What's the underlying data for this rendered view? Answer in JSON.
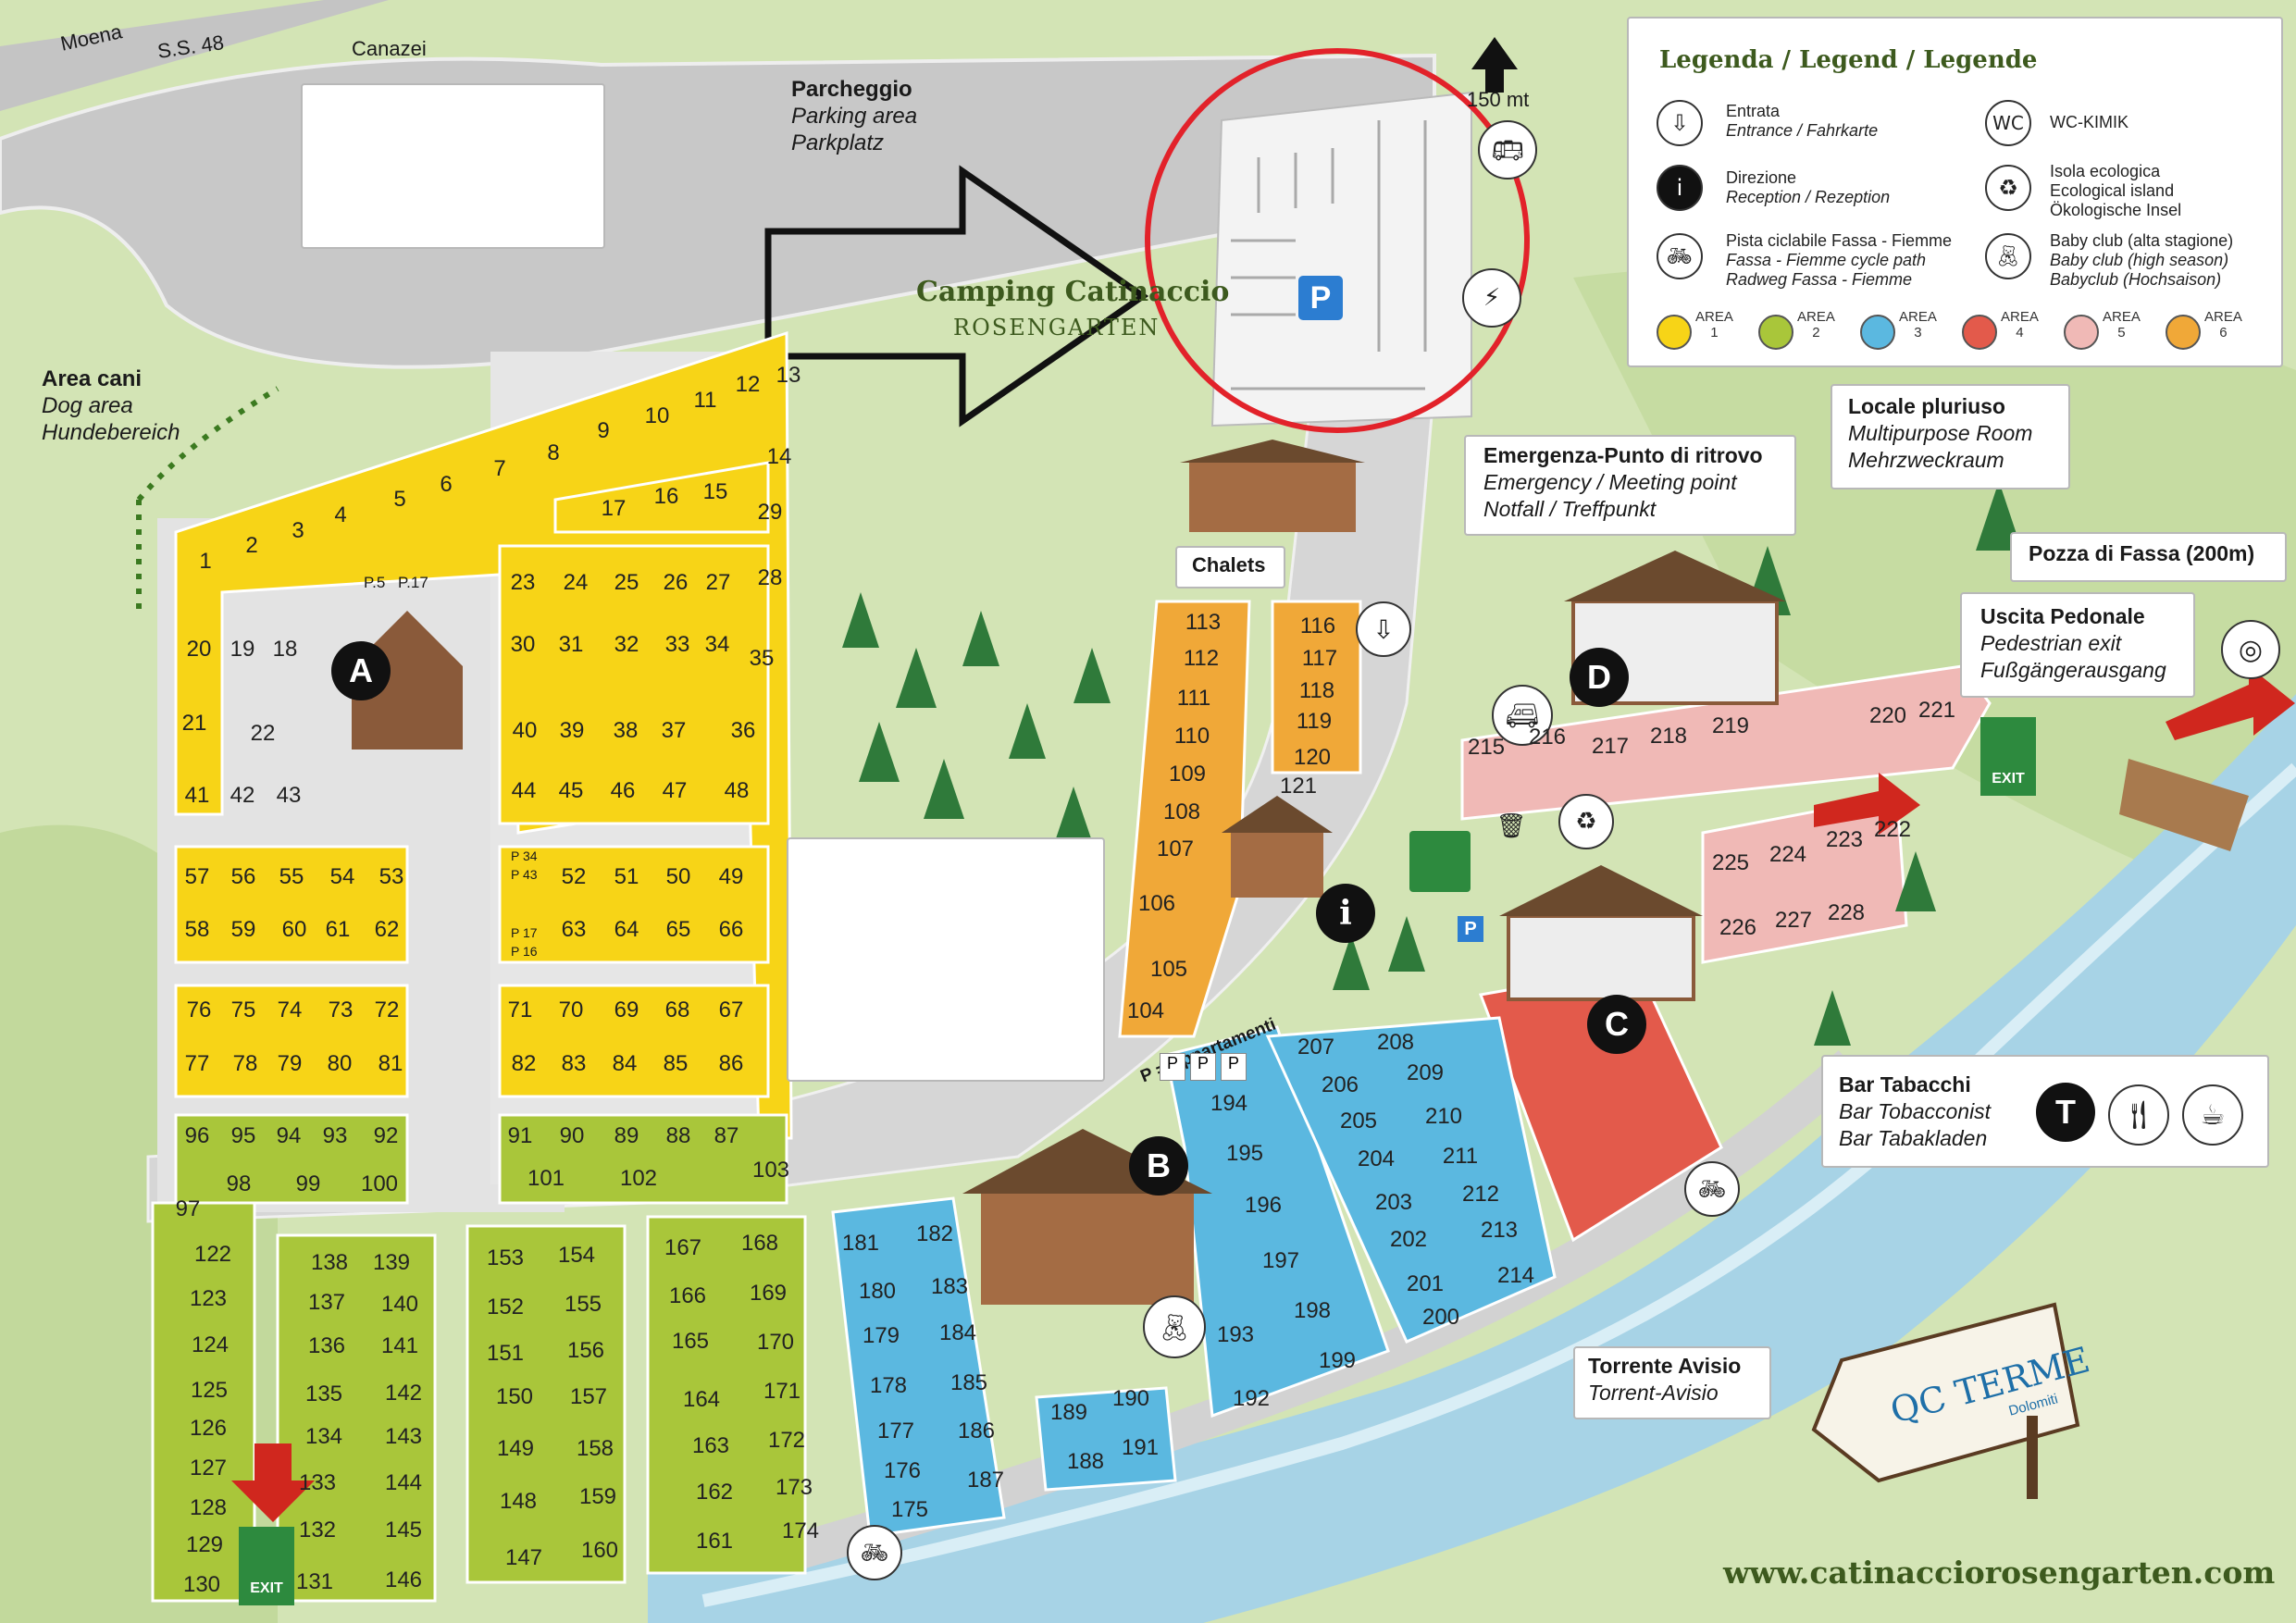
{
  "roads": {
    "moena": "Moena",
    "ss48": "S.S. 48",
    "canazei": "Canazei",
    "dist": "150 mt"
  },
  "parking": {
    "title": "Parcheggio",
    "en": "Parking area",
    "de": "Parkplatz",
    "p": "P"
  },
  "camp": {
    "name": "Camping Catinaccio",
    "sub": "Rosengarten"
  },
  "dog": {
    "title": "Area cani",
    "en": "Dog area",
    "de": "Hundebereich"
  },
  "legend": {
    "title": "Legenda / Legend / Legende",
    "entrata": {
      "t": "Entrata",
      "s": "Entrance / Fahrkarte"
    },
    "direzione": {
      "t": "Direzione",
      "s": "Reception / Rezeption"
    },
    "pista": {
      "t": "Pista ciclabile Fassa - Fiemme",
      "s1": "Fassa - Fiemme cycle path",
      "s2": "Radweg Fassa - Fiemme"
    },
    "wc": {
      "t": "WC-KIMIK"
    },
    "isola": {
      "t": "Isola ecologica",
      "s1": "Ecological island",
      "s2": "Ökologische Insel"
    },
    "baby": {
      "t": "Baby club (alta stagione)",
      "s1": "Baby club (high season)",
      "s2": "Babyclub (Hochsaison)"
    },
    "areas": [
      {
        "w": "AREA",
        "n": "1",
        "color": "#f7d417"
      },
      {
        "w": "AREA",
        "n": "2",
        "color": "#a9c63a"
      },
      {
        "w": "AREA",
        "n": "3",
        "color": "#5bb8e0"
      },
      {
        "w": "AREA",
        "n": "4",
        "color": "#e35a4b"
      },
      {
        "w": "AREA",
        "n": "5",
        "color": "#f0b9b6"
      },
      {
        "w": "AREA",
        "n": "6",
        "color": "#f0a838"
      }
    ]
  },
  "locale": {
    "title": "Locale pluriuso",
    "en": "Multipurpose Room",
    "de": "Mehrzweckraum"
  },
  "emergenza": {
    "title": "Emergenza-Punto di ritrovo",
    "en": "Emergency / Meeting point",
    "de": "Notfall / Treffpunkt"
  },
  "pozza": {
    "title": "Pozza di Fassa (200m)"
  },
  "uscita": {
    "title": "Uscita Pedonale",
    "en": "Pedestrian exit",
    "de": "Fußgängerausgang"
  },
  "chalets": "Chalets",
  "appartamenti": "P = Appartamenti",
  "bar": {
    "title": "Bar Tabacchi",
    "en": "Bar Tobacconist",
    "de": "Bar Tabakladen",
    "t": "T"
  },
  "torrente": {
    "title": "Torrente Avisio",
    "en": "Torrent-Avisio"
  },
  "terme": {
    "qc": "QC TERME",
    "dol": "Dolomiti"
  },
  "website": "www.catinacciorosengarten.com",
  "exit": "EXIT",
  "markers": {
    "a": "A",
    "b": "B",
    "c": "C",
    "d": "D",
    "i": "i",
    "p": "P"
  },
  "ppp": "P",
  "tags": {
    "p5": "P.5",
    "p17": "P.17",
    "p34": "P 34",
    "p43": "P 43",
    "p17b": "P 17",
    "p16": "P 16"
  },
  "plots": {
    "yellow": [
      "1",
      "2",
      "3",
      "4",
      "5",
      "6",
      "7",
      "8",
      "9",
      "10",
      "11",
      "12",
      "13",
      "14",
      "15",
      "16",
      "17",
      "18",
      "19",
      "20",
      "21",
      "22",
      "23",
      "24",
      "25",
      "26",
      "27",
      "28",
      "29",
      "30",
      "31",
      "32",
      "33",
      "34",
      "35",
      "36",
      "37",
      "38",
      "39",
      "40",
      "41",
      "42",
      "43",
      "44",
      "45",
      "46",
      "47",
      "48",
      "49",
      "50",
      "51",
      "52",
      "53",
      "54",
      "55",
      "56",
      "57",
      "58",
      "59",
      "60",
      "61",
      "62",
      "63",
      "64",
      "65",
      "66",
      "67",
      "68",
      "69",
      "70",
      "71",
      "72",
      "73",
      "74",
      "75",
      "76",
      "77",
      "78",
      "79",
      "80",
      "81",
      "82",
      "83",
      "84",
      "85",
      "86"
    ],
    "green": [
      "87",
      "88",
      "89",
      "90",
      "91",
      "92",
      "93",
      "94",
      "95",
      "96",
      "97",
      "98",
      "99",
      "100",
      "101",
      "102",
      "103",
      "122",
      "123",
      "124",
      "125",
      "126",
      "127",
      "128",
      "129",
      "130",
      "131",
      "132",
      "133",
      "134",
      "135",
      "136",
      "137",
      "138",
      "139",
      "140",
      "141",
      "142",
      "143",
      "144",
      "145",
      "146",
      "147",
      "148",
      "149",
      "150",
      "151",
      "152",
      "153",
      "154",
      "155",
      "156",
      "157",
      "158",
      "159",
      "160",
      "161",
      "162",
      "163",
      "164",
      "165",
      "166",
      "167",
      "168",
      "169",
      "170",
      "171",
      "172",
      "173",
      "174"
    ],
    "blue": [
      "175",
      "176",
      "177",
      "178",
      "179",
      "180",
      "181",
      "182",
      "183",
      "184",
      "185",
      "186",
      "187",
      "188",
      "189",
      "190",
      "191",
      "192",
      "193",
      "194",
      "195",
      "196",
      "197",
      "198",
      "199",
      "200",
      "201",
      "202",
      "203",
      "204",
      "205",
      "206",
      "207",
      "208",
      "209",
      "210",
      "211",
      "212",
      "213",
      "214"
    ],
    "orange": [
      "104",
      "105",
      "106",
      "107",
      "108",
      "109",
      "110",
      "111",
      "112",
      "113",
      "116",
      "117",
      "118",
      "119",
      "120",
      "121"
    ],
    "pink": [
      "215",
      "216",
      "217",
      "218",
      "219",
      "220",
      "221",
      "222",
      "223",
      "224",
      "225",
      "226",
      "227",
      "228"
    ]
  }
}
